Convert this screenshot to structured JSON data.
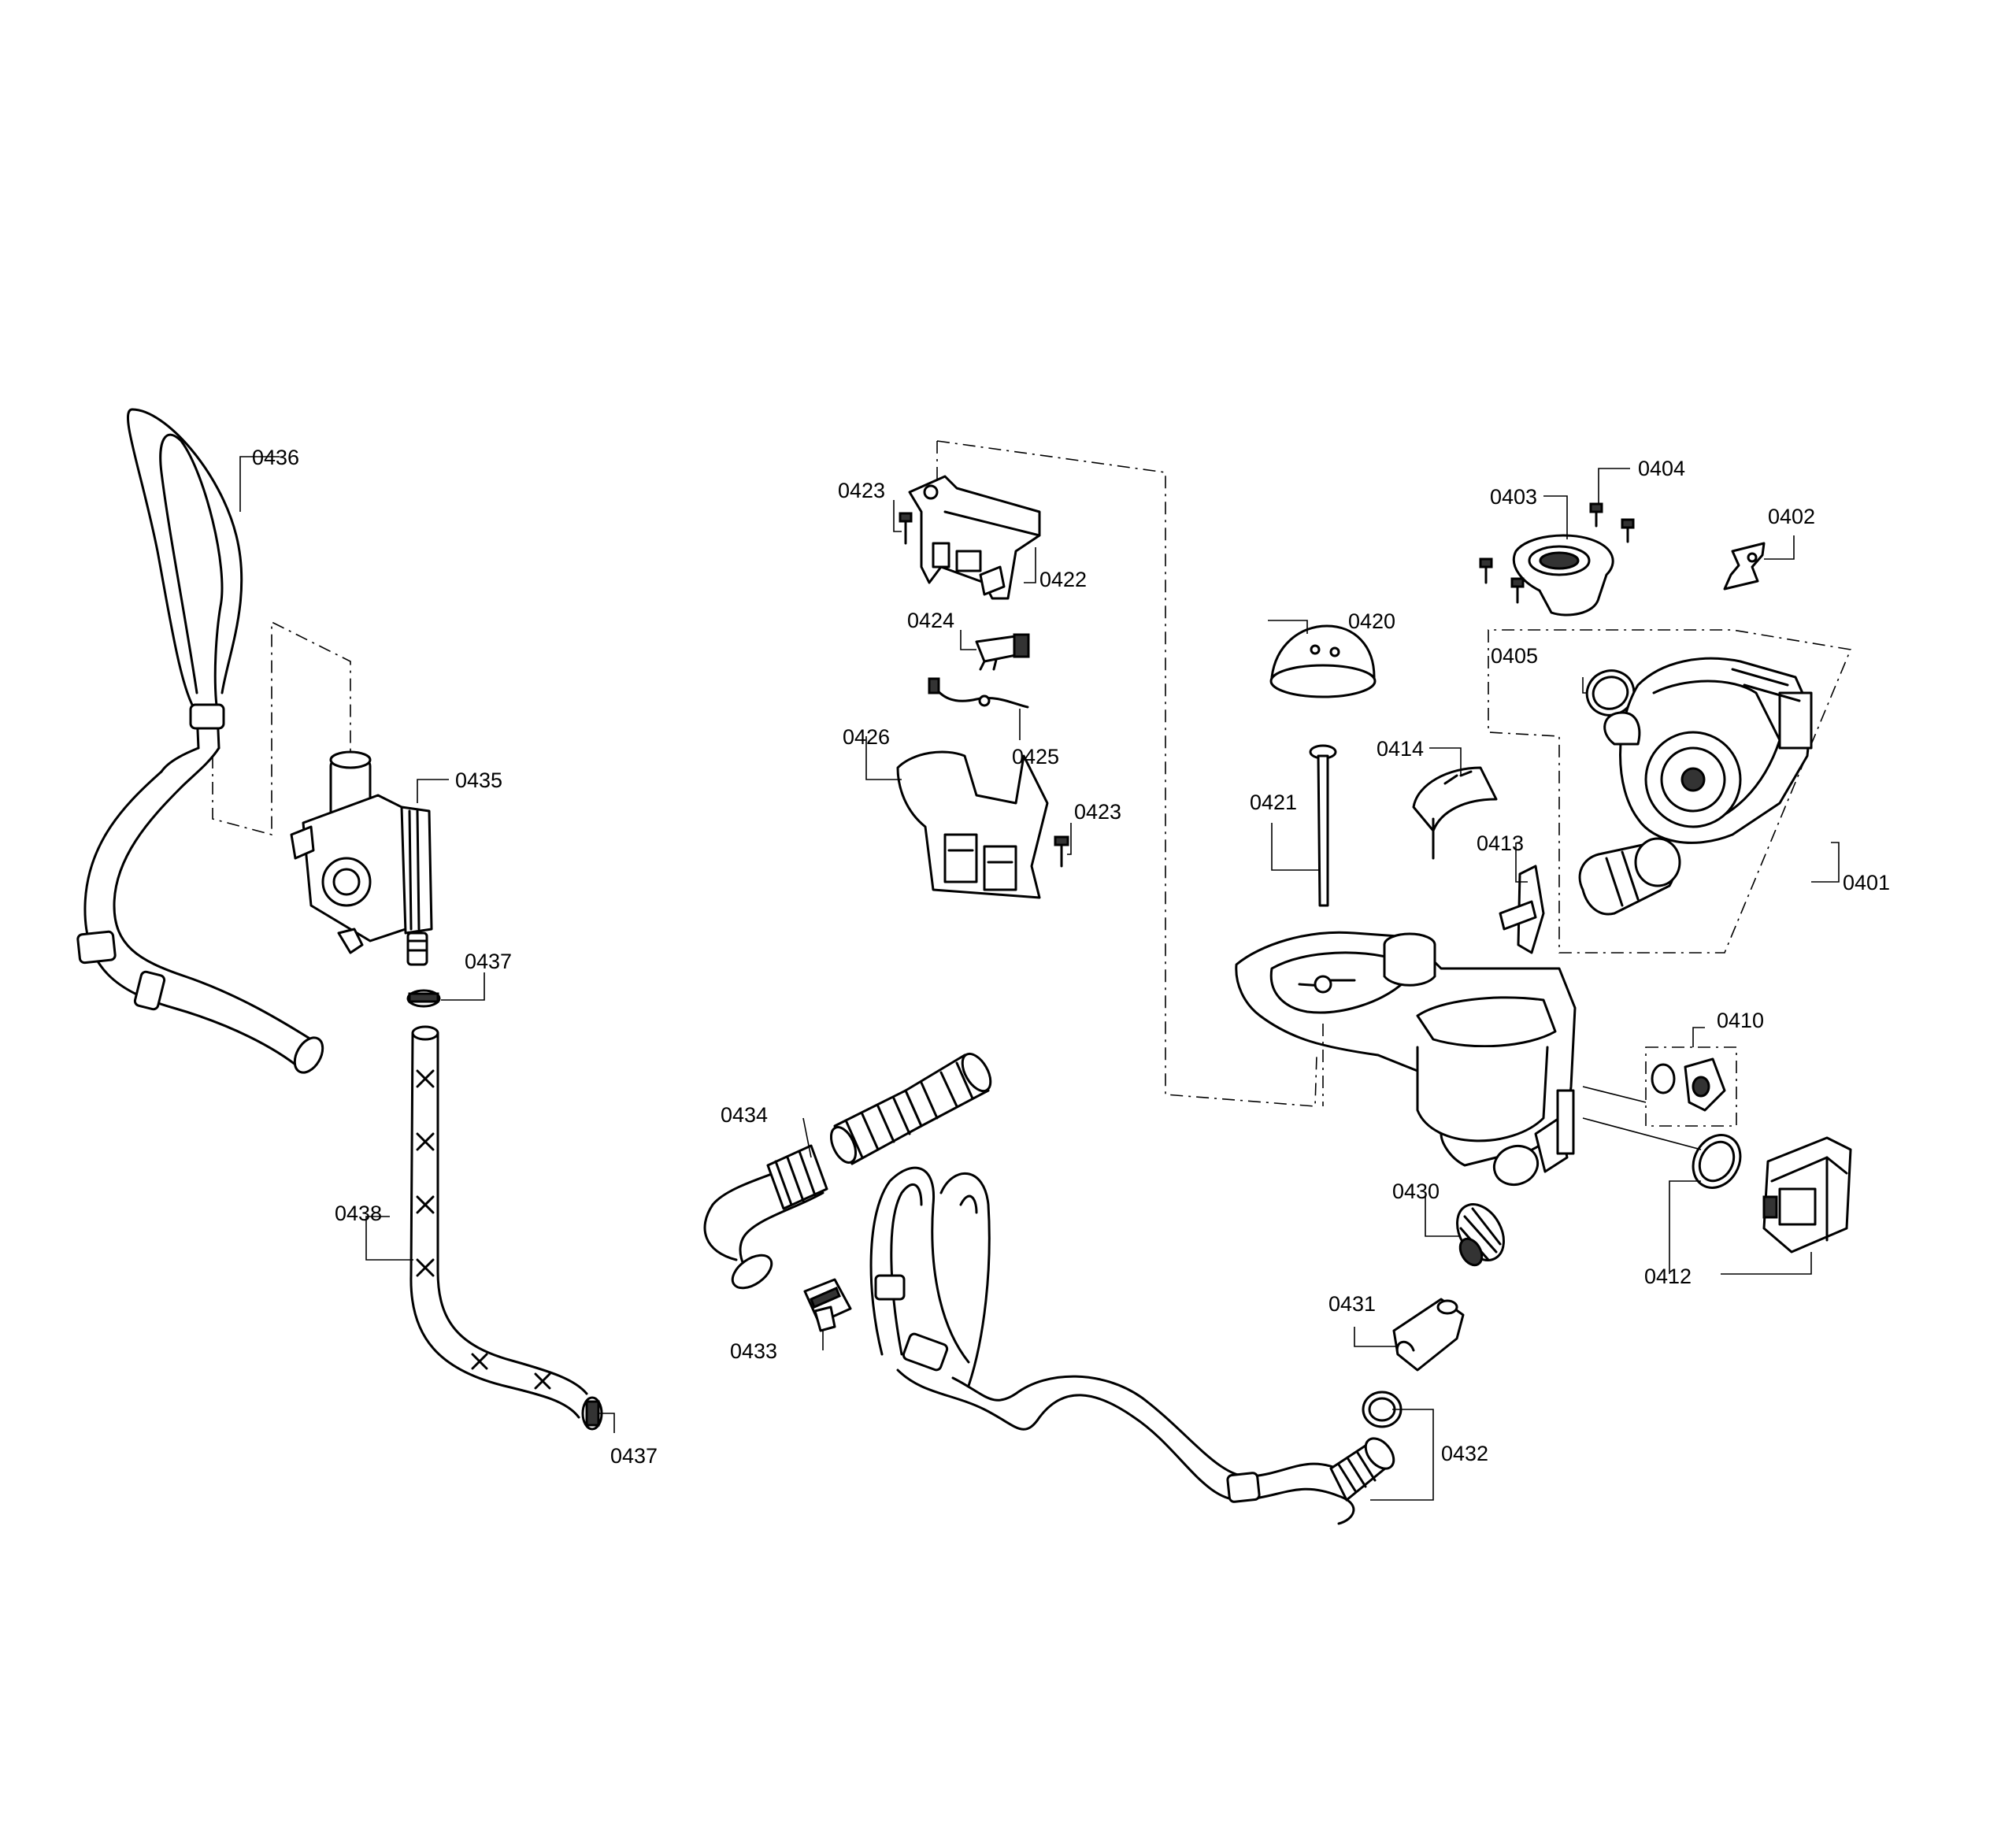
{
  "callouts": {
    "c0401": "0401",
    "c0402": "0402",
    "c0403": "0403",
    "c0404": "0404",
    "c0405": "0405",
    "c0410": "0410",
    "c0412": "0412",
    "c0413": "0413",
    "c0414": "0414",
    "c0420": "0420",
    "c0421": "0421",
    "c0422": "0422",
    "c0423a": "0423",
    "c0423b": "0423",
    "c0424": "0424",
    "c0425": "0425",
    "c0426": "0426",
    "c0430": "0430",
    "c0431": "0431",
    "c0432": "0432",
    "c0433": "0433",
    "c0434": "0434",
    "c0435": "0435",
    "c0436": "0436",
    "c0437a": "0437",
    "c0437b": "0437",
    "c0438": "0438"
  }
}
